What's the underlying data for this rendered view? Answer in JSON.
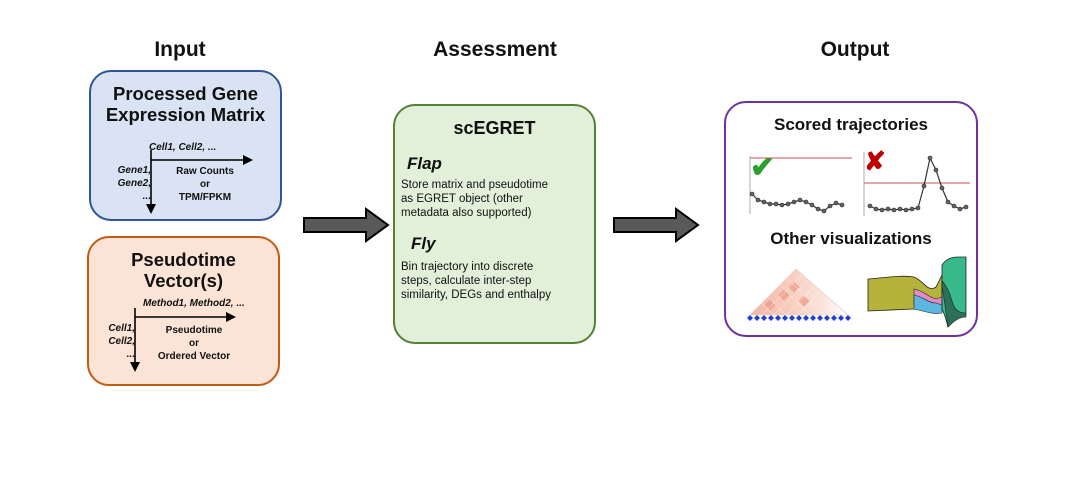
{
  "columns": {
    "input": "Input",
    "assessment": "Assessment",
    "output": "Output"
  },
  "gene_box": {
    "title_line1": "Processed Gene",
    "title_line2": "Expression Matrix",
    "col_header": "Cell1, Cell2, ...",
    "row_line1": "Gene1,",
    "row_line2": "Gene2,",
    "row_line3": "...",
    "content_line1": "Raw Counts",
    "content_line2": "or",
    "content_line3": "TPM/FPKM"
  },
  "pseudo_box": {
    "title_line1": "Pseudotime",
    "title_line2": "Vector(s)",
    "col_header": "Method1, Method2, ...",
    "row_line1": "Cell1,",
    "row_line2": "Cell2,",
    "row_line3": "...",
    "content_line1": "Pseudotime",
    "content_line2": "or",
    "content_line3": "Ordered Vector"
  },
  "egret_box": {
    "title": "scEGRET",
    "flap_title": "Flap",
    "flap_desc_line1": "Store matrix and pseudotime",
    "flap_desc_line2": "as EGRET object (other",
    "flap_desc_line3": "metadata also supported)",
    "fly_title": "Fly",
    "fly_desc_line1": "Bin trajectory into discrete",
    "fly_desc_line2": "steps, calculate inter-step",
    "fly_desc_line3": "similarity, DEGs and enthalpy"
  },
  "output_box": {
    "scored_title": "Scored trajectories",
    "other_title": "Other visualizations",
    "good_mark": "✔",
    "bad_mark": "✘"
  },
  "colors": {
    "gene_fill": "#dae3f3",
    "gene_border": "#2f5597",
    "pseudo_fill": "#fbe4d5",
    "pseudo_border": "#c55a11",
    "egret_fill": "#e2efd9",
    "egret_border": "#538135",
    "output_border": "#7030a0",
    "check": "#2ca02c",
    "cross": "#c00000",
    "threshold": "#c0504d",
    "arrow_fill": "#595959"
  }
}
